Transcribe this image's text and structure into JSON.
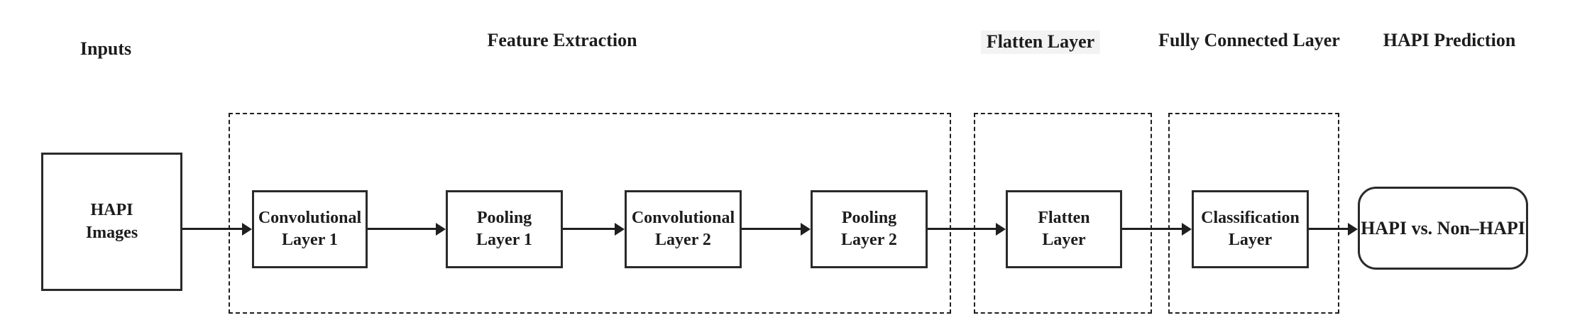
{
  "stage_labels": {
    "inputs": "Inputs",
    "feature_extraction": "Feature Extraction",
    "flatten": "Flatten Layer",
    "fully_connected": "Fully Connected Layer",
    "hapi_prediction": "HAPI Prediction"
  },
  "nodes": {
    "hapi_images": {
      "line1": "HAPI",
      "line2": "Images"
    },
    "conv1": {
      "line1": "Convolutional",
      "line2": "Layer 1"
    },
    "pool1": {
      "line1": "Pooling",
      "line2": "Layer 1"
    },
    "conv2": {
      "line1": "Convolutional",
      "line2": "Layer 2"
    },
    "pool2": {
      "line1": "Pooling",
      "line2": "Layer 2"
    },
    "flatten": {
      "line1": "Flatten",
      "line2": "Layer"
    },
    "classification": {
      "line1": "Classification",
      "line2": "Layer"
    },
    "output": {
      "label": "HAPI vs. Non–HAPI"
    }
  },
  "colors": {
    "line": "#1f1f1f",
    "text": "#1c1c1c",
    "background": "#ffffff",
    "flatten_header_highlight": "#f3f3f3"
  }
}
